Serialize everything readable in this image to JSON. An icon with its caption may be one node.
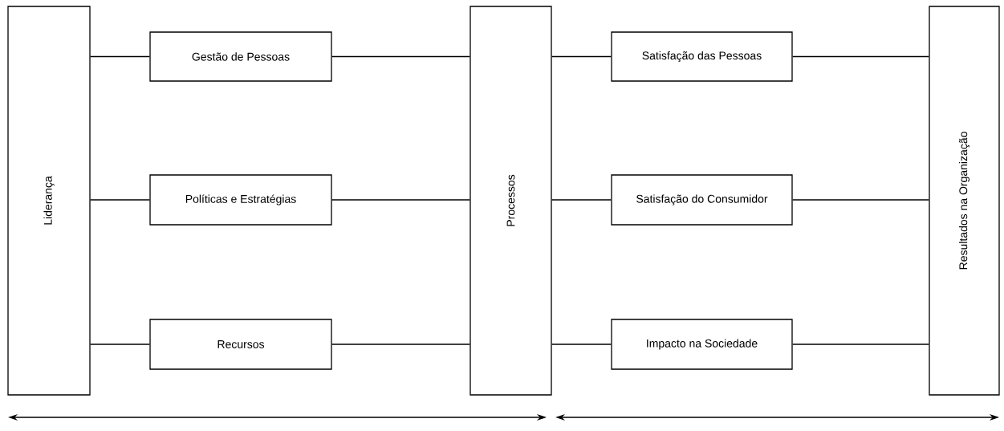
{
  "diagram": {
    "nodes": [
      {
        "text": [
          "Liderança"
        ]
      },
      {
        "text": [
          "Gestão de Pessoas"
        ]
      },
      {
        "text": [
          "Políticas e Estratégias"
        ]
      },
      {
        "text": [
          "Recursos"
        ]
      },
      {
        "text": [
          "Processos"
        ]
      },
      {
        "text": [
          "Satisfação das Pessoas"
        ]
      },
      {
        "text": [
          "Satisfação do Consumidor"
        ]
      },
      {
        "text": [
          "Impacto na Sociedade"
        ]
      },
      {
        "text": [
          "Resultados na Organização"
        ]
      }
    ],
    "edges": [
      {
        "from": 0,
        "to": 1,
        "arrow": "none"
      },
      {
        "from": 0,
        "to": 2,
        "arrow": "none"
      },
      {
        "from": 0,
        "to": 3,
        "arrow": "none"
      },
      {
        "from": 1,
        "to": 4,
        "arrow": "none"
      },
      {
        "from": 2,
        "to": 4,
        "arrow": "none"
      },
      {
        "from": 3,
        "to": 4,
        "arrow": "none"
      },
      {
        "from": 4,
        "to": 5,
        "arrow": "none"
      },
      {
        "from": 4,
        "to": 6,
        "arrow": "none"
      },
      {
        "from": 4,
        "to": 7,
        "arrow": "none"
      },
      {
        "from": 5,
        "to": 8,
        "arrow": "none"
      },
      {
        "from": 6,
        "to": 8,
        "arrow": "none"
      },
      {
        "from": 7,
        "to": 8,
        "arrow": "none"
      }
    ]
  }
}
